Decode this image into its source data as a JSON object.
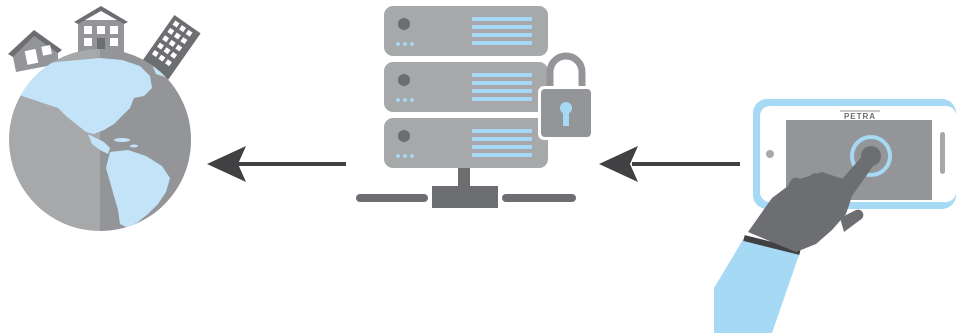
{
  "diagram": {
    "device_brand": "PETRA",
    "nodes": [
      {
        "id": "globe",
        "icon": "globe-with-buildings-icon"
      },
      {
        "id": "server",
        "icon": "secure-server-rack-icon"
      },
      {
        "id": "tablet",
        "icon": "tablet-with-hand-icon"
      }
    ],
    "flows": [
      {
        "from": "tablet",
        "to": "server"
      },
      {
        "from": "server",
        "to": "globe"
      }
    ]
  },
  "colors": {
    "light_gray": "#a6a8aa",
    "mid_gray": "#939598",
    "dark_gray": "#6d6e71",
    "arrow": "#414042",
    "light_blue": "#c3e4f8",
    "accent_blue": "#a6d9f4",
    "white": "#ffffff"
  }
}
